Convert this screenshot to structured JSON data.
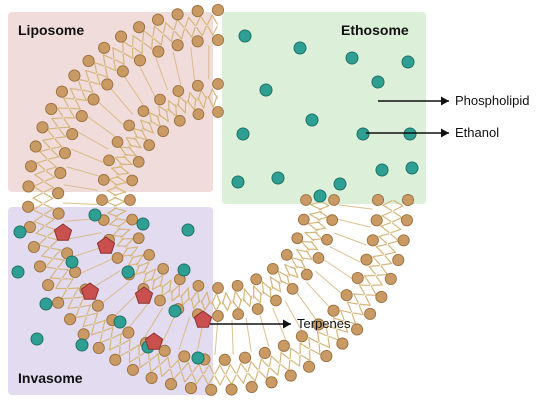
{
  "regions": {
    "liposome": {
      "label": "Liposome",
      "color": "#f0dcdb"
    },
    "ethosome": {
      "label": "Ethosome",
      "color": "#dcefd8"
    },
    "invasome": {
      "label": "Invasome",
      "color": "#e3dbef"
    }
  },
  "callouts": {
    "phospholipid": "Phospholipid",
    "ethanol": "Ethanol",
    "terpenes": "Terpenes"
  },
  "colors": {
    "lipid_head": "#c99a63",
    "lipid_head_stroke": "#9b7040",
    "lipid_tail": "#d7b67c",
    "ethanol": "#2f9f93",
    "ethanol_stroke": "#1e7268",
    "terpene": "#c9504f",
    "terpene_stroke": "#8e3231",
    "arrow": "#111111"
  }
}
